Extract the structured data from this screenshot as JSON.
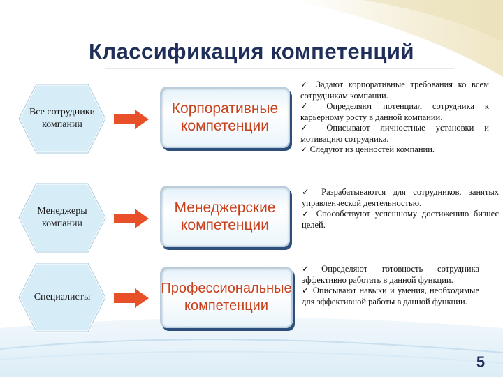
{
  "title": "Классификация компетенций",
  "rows": [
    {
      "group": "Все сотрудники компании",
      "competence": "Корпоративные компетенции",
      "points": [
        "✓ Задают корпоративные требования ко всем сотрудникам компании.",
        "✓ Определяют потенциал сотрудника к карьерному росту в данной компании.",
        "✓ Описывают личностные установки и мотивацию сотрудника.",
        "✓ Следуют из ценностей компании."
      ]
    },
    {
      "group": "Менеджеры компании",
      "competence": "Менеджерские компетенции",
      "points": [
        "✓ Разрабатываются для сотрудников, занятых управленческой деятельностью.",
        "✓ Способствуют успешному достижению бизнес целей."
      ]
    },
    {
      "group": "Специалисты",
      "competence": "Профессиональные компетенции",
      "points": [
        "✓Определяют готовность сотрудника эффективно работать в данной функции.",
        "✓ Описывают навыки и умения, необходимые для эффективной работы в данной функции."
      ]
    }
  ],
  "page_number": "5",
  "colors": {
    "title": "#1f2f5a",
    "arrow": "#e8502a",
    "competence_text": "#c8401c",
    "hex_fill": "#d6ecf7"
  }
}
